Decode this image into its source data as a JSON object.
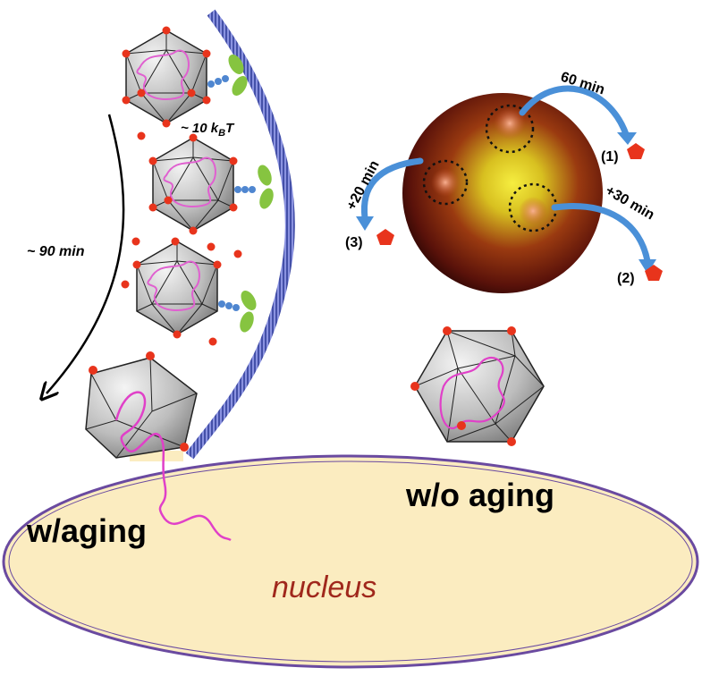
{
  "labels": {
    "energy_prefix": "~ 10 k",
    "energy_sub": "B",
    "energy_suffix": "T",
    "time_path": "~ 90 min",
    "t60": "60 min",
    "t30": "+30 min",
    "t20": "+20 min",
    "step1": "(1)",
    "step2": "(2)",
    "step3": "(3)",
    "with_aging": "w/aging",
    "without_aging": "w/o aging",
    "nucleus": "nucleus"
  },
  "colors": {
    "nucleus_fill": "#fbecc0",
    "nucleus_border": "#6a4aa0",
    "nucleus_text": "#a0281c",
    "pentamer": "#e8341c",
    "dna": "#e040c8",
    "membrane": "#6670c8",
    "receptor_green": "#86c440",
    "linker_blue": "#4f86d0",
    "arrow_blue": "#4a90d8",
    "capsid_face": "#c8c8c8"
  }
}
